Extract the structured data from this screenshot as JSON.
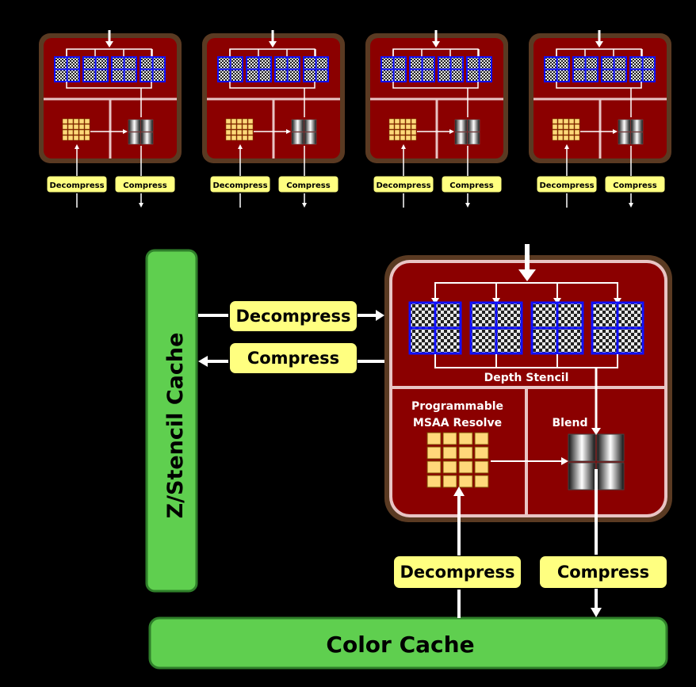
{
  "small_units": {
    "decompress_label": "Decompress",
    "compress_label": "Compress"
  },
  "large_unit": {
    "depth_stencil_label": "Depth Stencil",
    "msaa_label_line1": "Programmable",
    "msaa_label_line2": "MSAA Resolve",
    "blend_label": "Blend",
    "z_decompress_label": "Decompress",
    "z_compress_label": "Compress",
    "c_decompress_label": "Decompress",
    "c_compress_label": "Compress"
  },
  "caches": {
    "z_stencil_label": "Z/Stencil Cache",
    "color_label": "Color Cache"
  },
  "colors": {
    "background": "#000000",
    "border_brown": "#5a3a22",
    "unit_red": "#8b0000",
    "divider": "#c8a8a8",
    "label_yellow": "#ffff80",
    "cache_green": "#5fcf4f",
    "cache_green_border": "#2f7f2a",
    "tile_yellow": "#ffd87a",
    "grid_blue": "#1010ff"
  }
}
